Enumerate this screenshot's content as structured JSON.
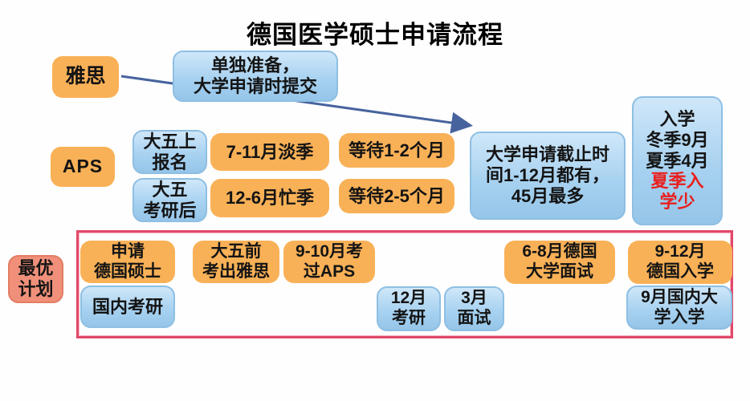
{
  "title": "德国医学硕士申请流程",
  "ielts": {
    "label": "雅思",
    "note": "单独准备，\n大学申请时提交"
  },
  "aps": {
    "label": "APS",
    "rows": [
      {
        "stage": "大五上\n报名",
        "season": "7-11月淡季",
        "wait": "等待1-2个月"
      },
      {
        "stage": "大五\n考研后",
        "season": "12-6月忙季",
        "wait": "等待2-5个月"
      }
    ],
    "deadline": "大学申请截止时\n间1-12月都有，\n45月最多"
  },
  "enrollment": {
    "main": "入学\n冬季9月\n夏季4月",
    "highlight": "夏季入\n学少"
  },
  "plan": {
    "label": "最优\n计划",
    "german_track": [
      "申请\n德国硕士",
      "大五前\n考出雅思",
      "9-10月考\n过APS",
      "6-8月德国\n大学面试",
      "9-12月\n德国入学"
    ],
    "domestic_track": [
      "国内考研",
      "12月\n考研",
      "3月\n面试",
      "9月国内大\n学入学"
    ]
  },
  "colors": {
    "orange": "#F9B157",
    "blue": "#A8D2F0",
    "salmon": "#F0907A",
    "frame_red": "#E2486A",
    "highlight_red": "#E8201D",
    "arrow_blue": "#47639E"
  }
}
